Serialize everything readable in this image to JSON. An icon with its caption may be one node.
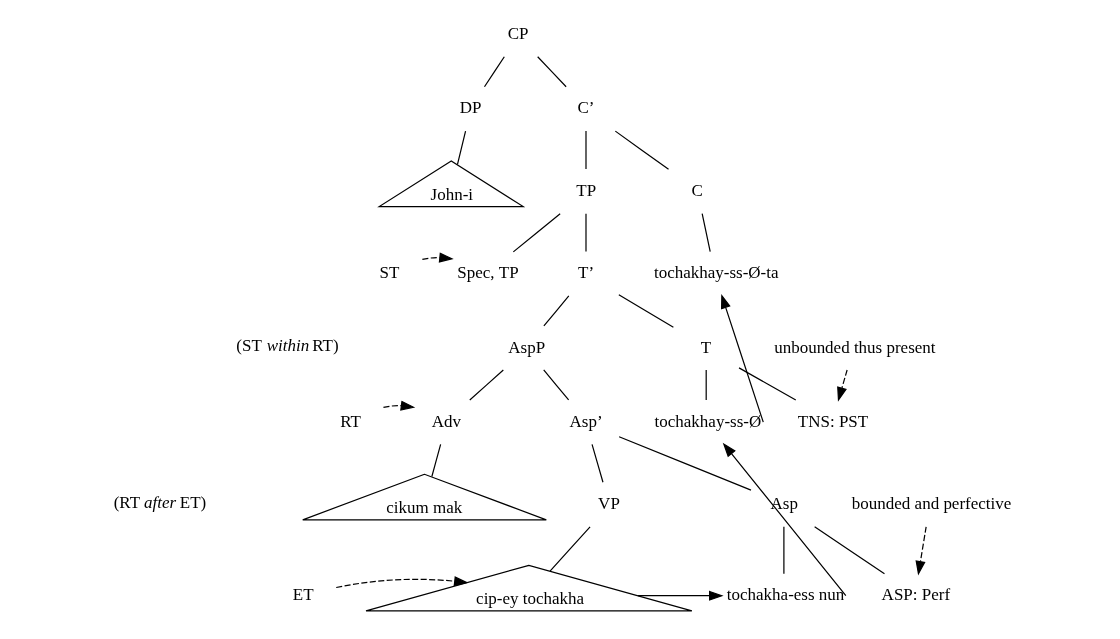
{
  "diagram": {
    "nodes": [
      {
        "text": [
          "CP"
        ]
      },
      {
        "text": [
          "DP"
        ]
      },
      {
        "text": [
          "John-i"
        ]
      },
      {
        "text": [
          "C’"
        ]
      },
      {
        "text": [
          "TP"
        ]
      },
      {
        "text": [
          "C"
        ]
      },
      {
        "text": [
          "tochakhay-ss-Ø-ta"
        ]
      },
      {
        "text": [
          "Spec, TP"
        ]
      },
      {
        "text": [
          "T’"
        ]
      },
      {
        "text": [
          "AspP"
        ]
      },
      {
        "text": [
          "T"
        ]
      },
      {
        "text": [
          "Adv"
        ]
      },
      {
        "text": [
          "Asp’"
        ]
      },
      {
        "text": [
          "tochakhay-ss-Ø"
        ]
      },
      {
        "text": [
          "TNS: PST"
        ]
      },
      {
        "text": [
          "cikum mak"
        ]
      },
      {
        "text": [
          "VP"
        ]
      },
      {
        "text": [
          "Asp"
        ]
      },
      {
        "text": [
          "cip-ey tochakha"
        ]
      },
      {
        "text": [
          "tochakha-ess nun"
        ]
      },
      {
        "text": [
          "ASP: Perf"
        ]
      },
      {
        "text": [
          "ST"
        ]
      },
      {
        "text": [
          "RT"
        ]
      },
      {
        "text": [
          "ET"
        ]
      },
      {
        "text": [
          "unbounded thus present"
        ]
      },
      {
        "text": [
          "bounded and perfective"
        ]
      }
    ],
    "edges": [
      {
        "from": 0,
        "to": 1,
        "arrow": "none"
      },
      {
        "from": 0,
        "to": 3,
        "arrow": "none"
      },
      {
        "from": 1,
        "to": 2,
        "arrow": "none"
      },
      {
        "from": 3,
        "to": 4,
        "arrow": "none"
      },
      {
        "from": 3,
        "to": 5,
        "arrow": "none"
      },
      {
        "from": 5,
        "to": 6,
        "arrow": "none"
      },
      {
        "from": 4,
        "to": 7,
        "arrow": "none"
      },
      {
        "from": 4,
        "to": 8,
        "arrow": "none"
      },
      {
        "from": 8,
        "to": 9,
        "arrow": "none"
      },
      {
        "from": 8,
        "to": 10,
        "arrow": "none"
      },
      {
        "from": 9,
        "to": 11,
        "arrow": "none"
      },
      {
        "from": 9,
        "to": 12,
        "arrow": "none"
      },
      {
        "from": 10,
        "to": 13,
        "arrow": "none"
      },
      {
        "from": 10,
        "to": 14,
        "arrow": "none"
      },
      {
        "from": 11,
        "to": 15,
        "arrow": "none"
      },
      {
        "from": 12,
        "to": 16,
        "arrow": "none"
      },
      {
        "from": 12,
        "to": 17,
        "arrow": "none"
      },
      {
        "from": 16,
        "to": 18,
        "arrow": "none"
      },
      {
        "from": 17,
        "to": 19,
        "arrow": "none"
      },
      {
        "from": 17,
        "to": 20,
        "arrow": "none"
      },
      {
        "from": 18,
        "to": 19,
        "arrow": "to"
      },
      {
        "from": 19,
        "to": 13,
        "arrow": "to"
      },
      {
        "from": 13,
        "to": 6,
        "arrow": "to"
      },
      {
        "from": 21,
        "to": 7,
        "arrow": "to",
        "style": "dashed"
      },
      {
        "from": 22,
        "to": 11,
        "arrow": "to",
        "style": "dashed"
      },
      {
        "from": 23,
        "to": 18,
        "arrow": "to",
        "style": "dashed"
      },
      {
        "from": 24,
        "to": 14,
        "arrow": "to",
        "style": "dashed"
      },
      {
        "from": 25,
        "to": 20,
        "arrow": "to",
        "style": "dashed"
      }
    ],
    "labels": [
      "(ST *within* RT)",
      "(RT *after* ET)"
    ]
  }
}
